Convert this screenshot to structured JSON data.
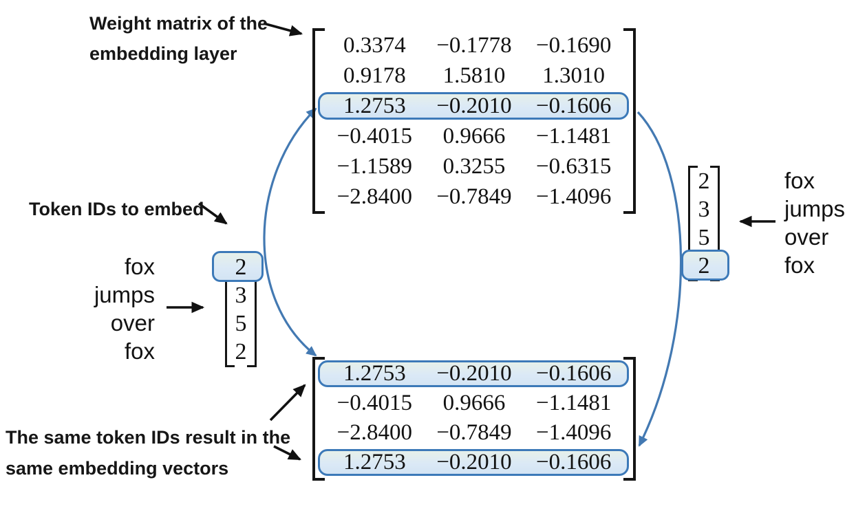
{
  "labels": {
    "weight_matrix_line1": "Weight matrix of the",
    "weight_matrix_line2": "embedding layer",
    "token_ids": "Token IDs to embed",
    "same_ids_line1": "The same token IDs result in the",
    "same_ids_line2": "same embedding vectors"
  },
  "weight_matrix": {
    "rows": [
      [
        "0.3374",
        "−0.1778",
        "−0.1690"
      ],
      [
        "0.9178",
        "1.5810",
        "1.3010"
      ],
      [
        "1.2753",
        "−0.2010",
        "−0.1606"
      ],
      [
        "−0.4015",
        "0.9666",
        "−1.1481"
      ],
      [
        "−1.1589",
        "0.3255",
        "−0.6315"
      ],
      [
        "−2.8400",
        "−0.7849",
        "−1.4096"
      ]
    ],
    "highlighted_rows": [
      2
    ]
  },
  "embedding_output": {
    "rows": [
      [
        "1.2753",
        "−0.2010",
        "−0.1606"
      ],
      [
        "−0.4015",
        "0.9666",
        "−1.1481"
      ],
      [
        "−2.8400",
        "−0.7849",
        "−1.4096"
      ],
      [
        "1.2753",
        "−0.2010",
        "−0.1606"
      ]
    ],
    "highlighted_rows": [
      0,
      3
    ]
  },
  "token_ids_left": {
    "values": [
      "2",
      "3",
      "5",
      "2"
    ],
    "highlighted_index": 0,
    "words": [
      "fox",
      "jumps",
      "over",
      "fox"
    ]
  },
  "token_ids_right": {
    "values": [
      "2",
      "3",
      "5",
      "2"
    ],
    "highlighted_index": 3,
    "words": [
      "fox",
      "jumps",
      "over",
      "fox"
    ]
  },
  "colors": {
    "highlight_border": "#3c79b8",
    "highlight_fill": "#dbe9f6",
    "curve": "#4379b2",
    "arrow": "#111111",
    "text": "#121212"
  }
}
